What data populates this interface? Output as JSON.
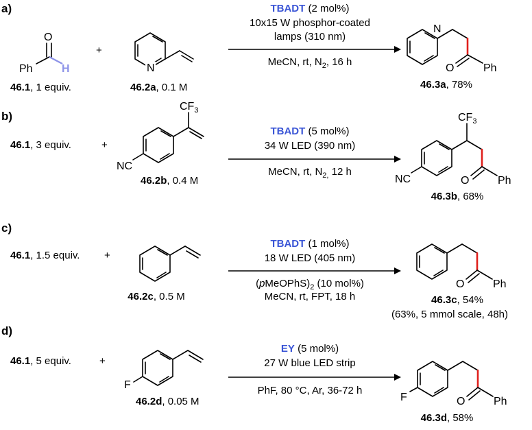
{
  "panels": {
    "a": {
      "label": "a)",
      "catalyst": "TBADT",
      "catalyst_loading": "(2 mol%)",
      "cond_line1": "10x15 W phosphor-coated",
      "cond_line2": "lamps (310 nm)",
      "cond_below": "MeCN, rt, N",
      "cond_below_sub": "2",
      "cond_below_tail": ", 16 h",
      "plus": "+",
      "reactant1_id": "46.1",
      "reactant1_amt": ", 1 equiv.",
      "reactant2_id": "46.2a",
      "reactant2_amt": ", 0.1 M",
      "product_id": "46.3a",
      "product_yield": ", 78%",
      "atoms": {
        "ph": "Ph",
        "o": "O",
        "h": "H",
        "n": "N",
        "o_prod": "O",
        "ph_prod": "Ph",
        "n_prod": "N"
      }
    },
    "b": {
      "label": "b)",
      "catalyst": "TBADT",
      "catalyst_loading": "(5 mol%)",
      "cond_line1": "34 W LED (390 nm)",
      "cond_below": "MeCN, rt, N",
      "cond_below_sub": "2,",
      "cond_below_tail": " 12 h",
      "plus": "+",
      "reactant1_id": "46.1",
      "reactant1_amt": ", 3 equiv.",
      "reactant2_id": "46.2b",
      "reactant2_amt": ", 0.4 M",
      "product_id": "46.3b",
      "product_yield": ", 68%",
      "atoms": {
        "cf": "CF",
        "cf_sub": "3",
        "nc": "NC",
        "cf_prod": "CF",
        "cf_prod_sub": "3",
        "nc_prod": "NC",
        "o_prod": "O",
        "ph_prod": "Ph"
      }
    },
    "c": {
      "label": "c)",
      "catalyst": "TBADT",
      "catalyst_loading": "(1 mol%)",
      "cond_line1": "18 W LED (405 nm)",
      "cond_below1_pre": "(",
      "cond_below1_ital": "p",
      "cond_below1_mid": "MeOPhS)",
      "cond_below1_sub": "2",
      "cond_below1_tail": " (10 mol%)",
      "cond_below2": "MeCN, rt, FPT, 18 h",
      "plus": "+",
      "reactant1_id": "46.1",
      "reactant1_amt": ", 1.5 equiv.",
      "reactant2_id": "46.2c",
      "reactant2_amt": ", 0.5 M",
      "product_id": "46.3c",
      "product_yield": ", 54%",
      "product_note": "(63%, 5 mmol scale, 48h)",
      "atoms": {
        "o_prod": "O",
        "ph_prod": "Ph"
      }
    },
    "d": {
      "label": "d)",
      "catalyst": "EY",
      "catalyst_loading": "(5 mol%)",
      "cond_line1": "27 W blue LED strip",
      "cond_below": "PhF, 80 °C, Ar, 36-72 h",
      "plus": "+",
      "reactant1_id": "46.1",
      "reactant1_amt": ", 5 equiv.",
      "reactant2_id": "46.2d",
      "reactant2_amt": ", 0.05 M",
      "product_id": "46.3d",
      "product_yield": ", 58%",
      "atoms": {
        "f": "F",
        "f_prod": "F",
        "o_prod": "O",
        "ph_prod": "Ph"
      }
    }
  },
  "colors": {
    "catalyst": "#3a55d6",
    "new_bond": "#e0201c",
    "aldehyde_h": "#8d93e8"
  }
}
